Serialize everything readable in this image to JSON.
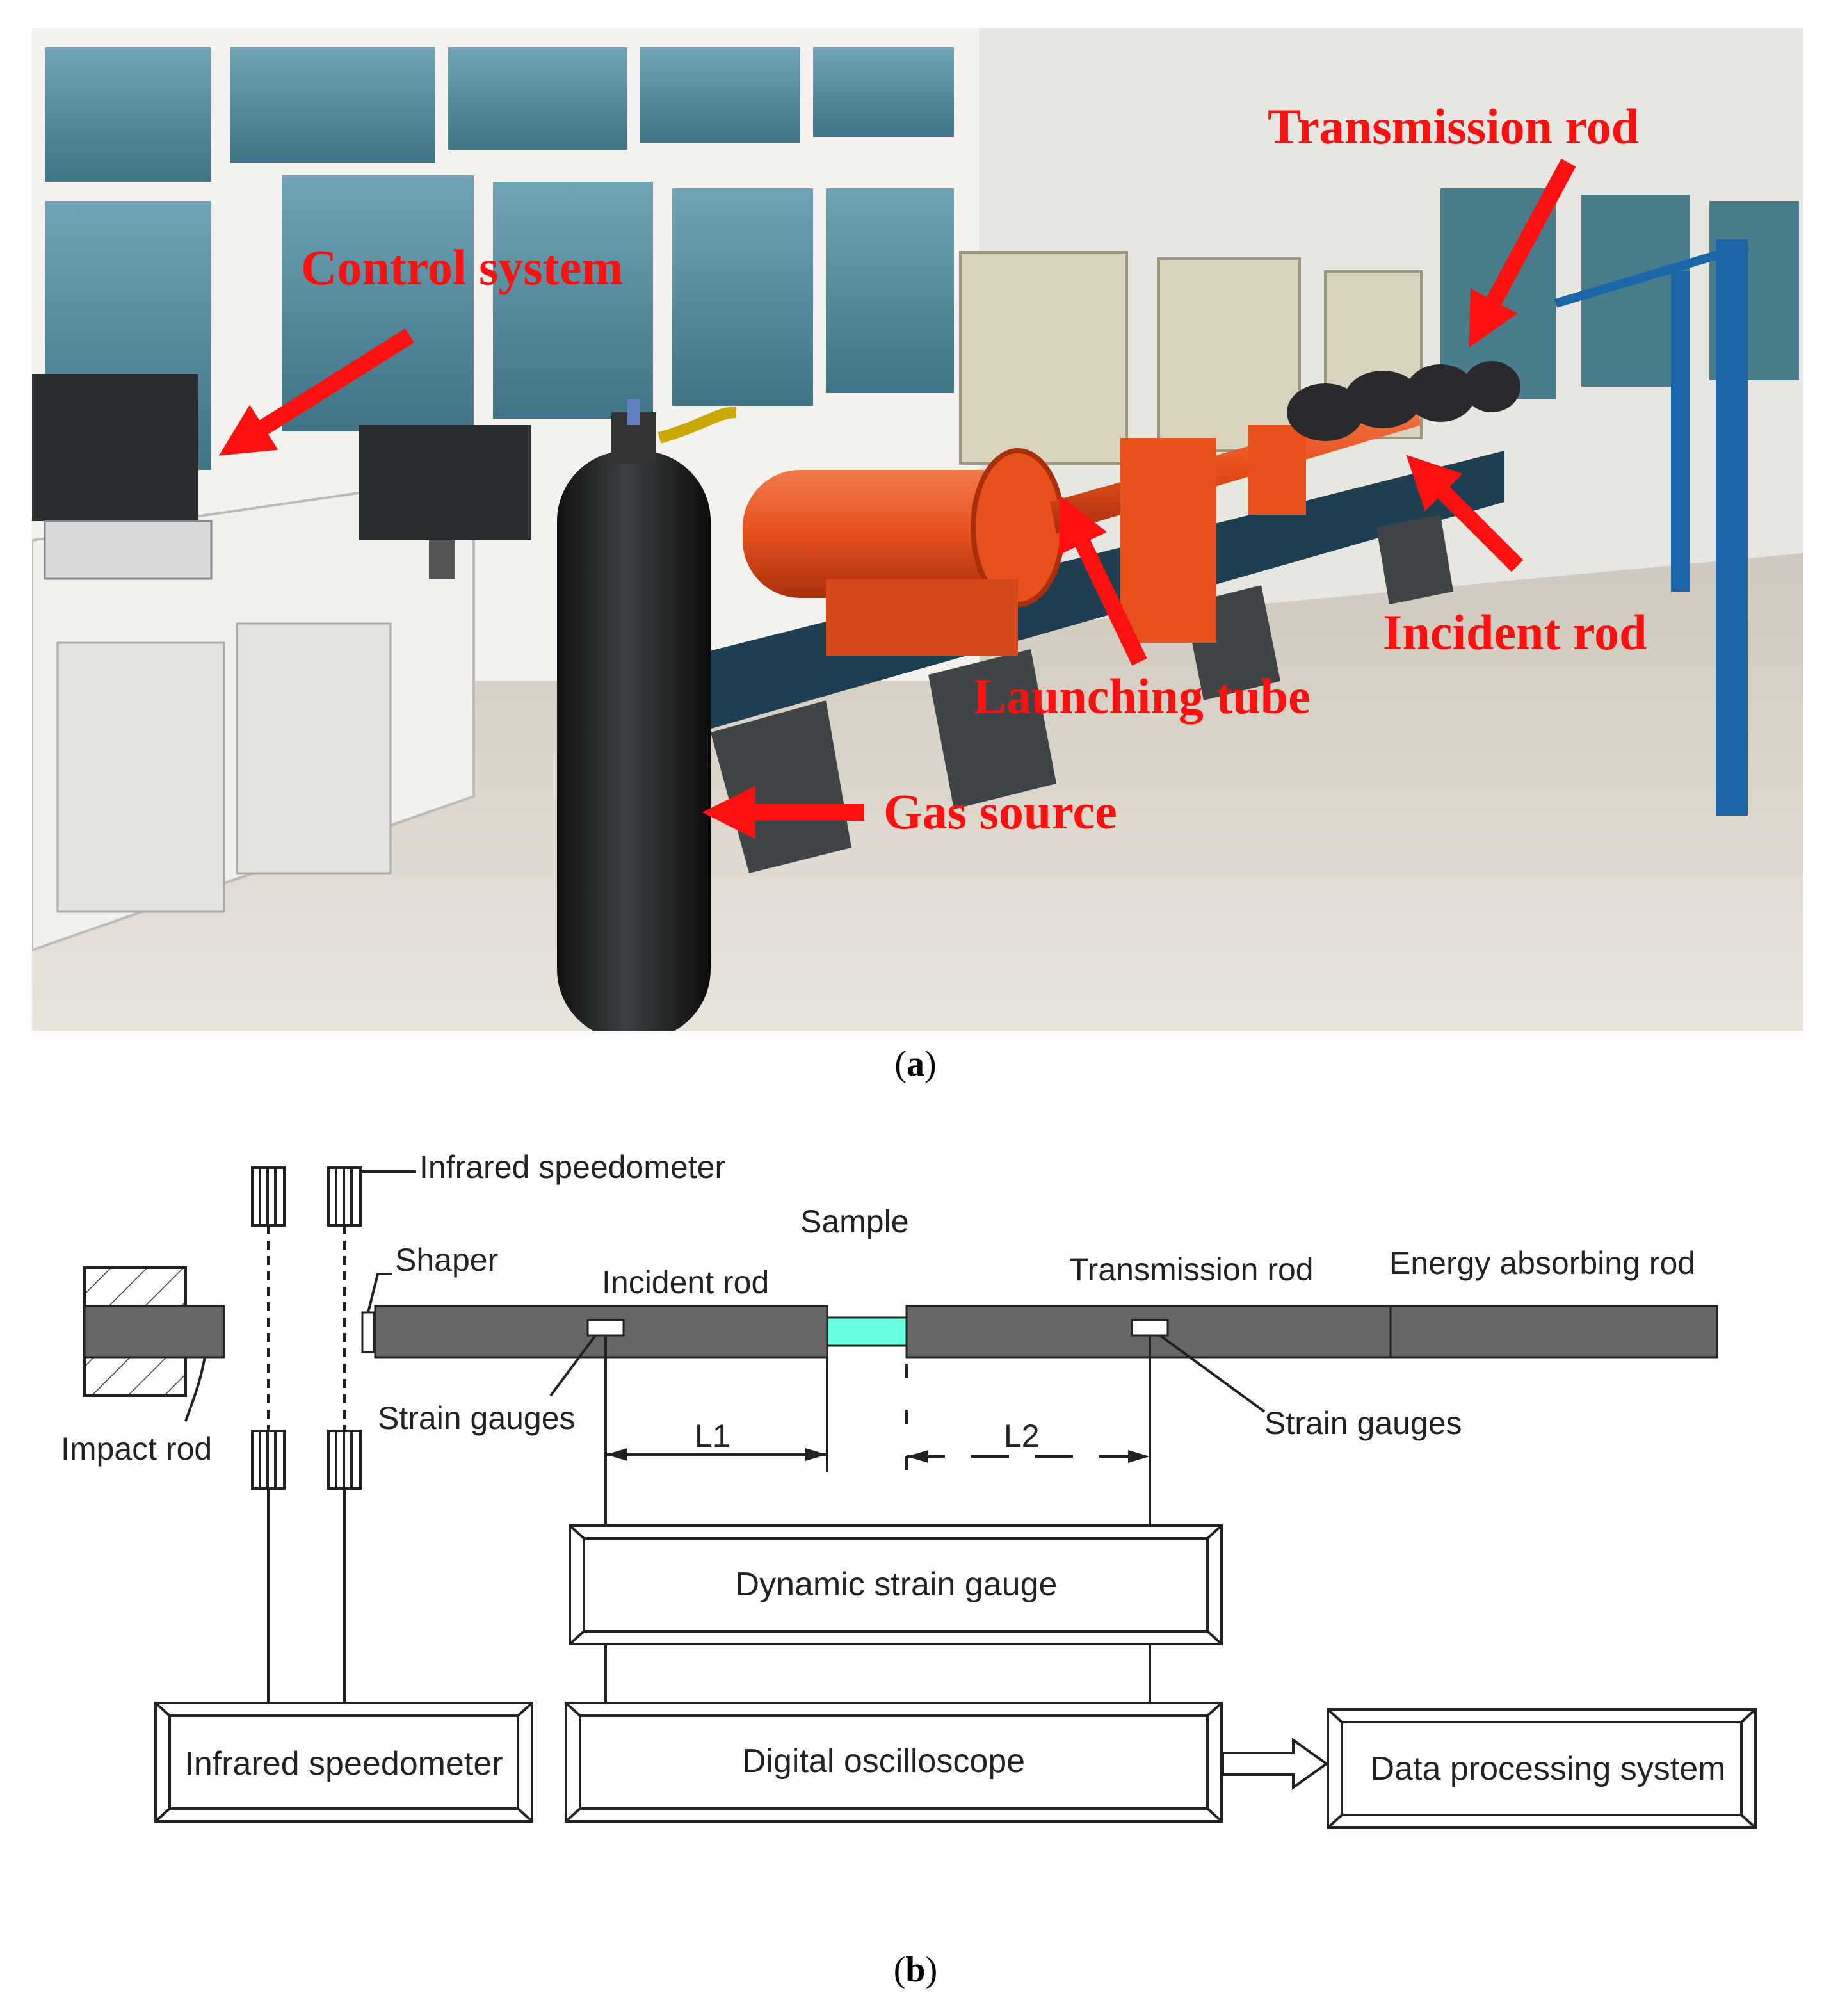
{
  "panel_a": {
    "caption": "a",
    "labels": {
      "control_system": "Control system",
      "transmission_rod": "Transmission rod",
      "incident_rod": "Incident rod",
      "launching_tube": "Launching tube",
      "gas_source": "Gas source"
    },
    "colors": {
      "label": "#ff1010",
      "tube": "#e8501c",
      "cylinder": "#26292b"
    }
  },
  "panel_b": {
    "caption": "b",
    "labels": {
      "infrared_speedometer_top": "Infrared speedometer",
      "sample": "Sample",
      "shaper": "Shaper",
      "incident_rod": "Incident rod",
      "transmission_rod": "Transmission rod",
      "energy_absorbing_rod": "Energy absorbing rod",
      "impact_rod": "Impact rod",
      "strain_gauges_left": "Strain gauges",
      "strain_gauges_right": "Strain gauges",
      "l1": "L1",
      "l2": "L2"
    },
    "boxes": {
      "dynamic_strain_gauge": "Dynamic strain gauge",
      "digital_oscilloscope": "Digital oscilloscope",
      "infrared_speedometer": "Infrared speedometer",
      "data_processing_system": "Data processing system"
    },
    "colors": {
      "rod": "#666666",
      "sample": "#66ffe0"
    }
  }
}
